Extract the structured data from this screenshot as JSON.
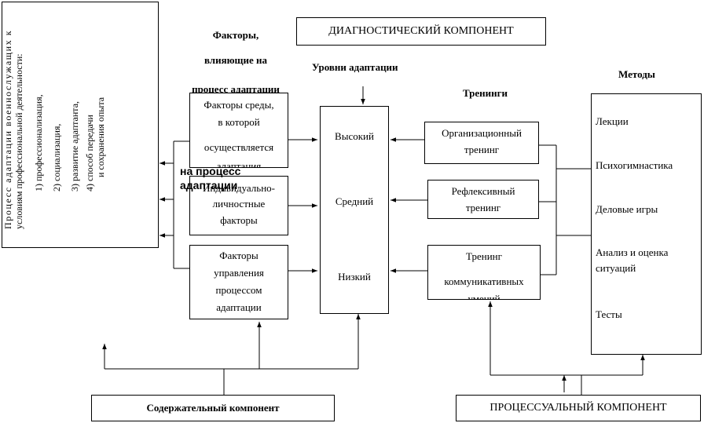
{
  "adaptation_process": {
    "line1": "Процесс адаптации военнослужащих к",
    "line2": "условиям профессиональной деятельности:",
    "items": [
      "1) профессионализация,",
      "2) социализация,",
      "3) развитие адаптанта,",
      "4) способ передачи",
      "и сохранения опыта"
    ]
  },
  "factors_heading": [
    "Факторы,",
    "влияющие на",
    "процесс адаптации"
  ],
  "overlay_text": [
    "на процесс",
    "адаптации"
  ],
  "factors": {
    "environment": [
      "Факторы среды,",
      "в которой",
      "осуществляется",
      "адаптация"
    ],
    "individual": [
      "Индивидуально-",
      "личностные",
      "факторы"
    ],
    "management": [
      "Факторы",
      "управления",
      "процессом",
      "адаптации"
    ]
  },
  "diagnostic": "ДИАГНОСТИЧЕСКИЙ КОМПОНЕНТ",
  "levels_heading": "Уровни адаптации",
  "levels": [
    "Высокий",
    "Средний",
    "Низкий"
  ],
  "trainings_heading": "Тренинги",
  "trainings": {
    "organizational": [
      "Организационный",
      "тренинг"
    ],
    "reflexive": [
      "Рефлексивный",
      "тренинг"
    ],
    "communicative": [
      "Тренинг",
      "коммуникативных",
      "умений"
    ]
  },
  "methods_heading": "Методы",
  "methods": [
    "Лекции",
    "Психогимнастика",
    "Деловые игры",
    [
      "Анализ и оценка",
      "ситуаций"
    ],
    "Тесты"
  ],
  "content_component": "Содержательный компонент",
  "procedural_component": "ПРОЦЕССУАЛЬНЫЙ КОМПОНЕНТ"
}
